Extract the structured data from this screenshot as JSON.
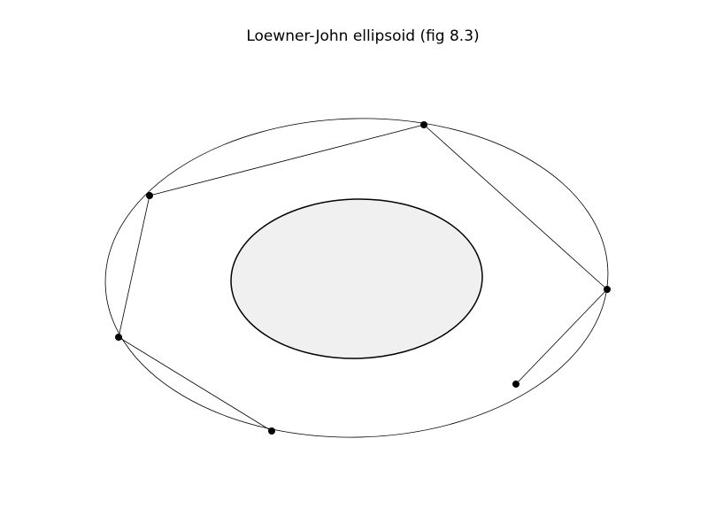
{
  "title": "Loewner-John ellipsoid (fig 8.3)",
  "colors": {
    "background": "#ffffff",
    "stroke": "#000000",
    "inner_fill": "#f0f0f0"
  },
  "diagram": {
    "polygon_vertex_count": 6,
    "closed_polygon": false,
    "outer_ellipse": "circumscribing ellipse through polygon vertices",
    "inner_ellipse": "shaded inscribed ellipse"
  }
}
